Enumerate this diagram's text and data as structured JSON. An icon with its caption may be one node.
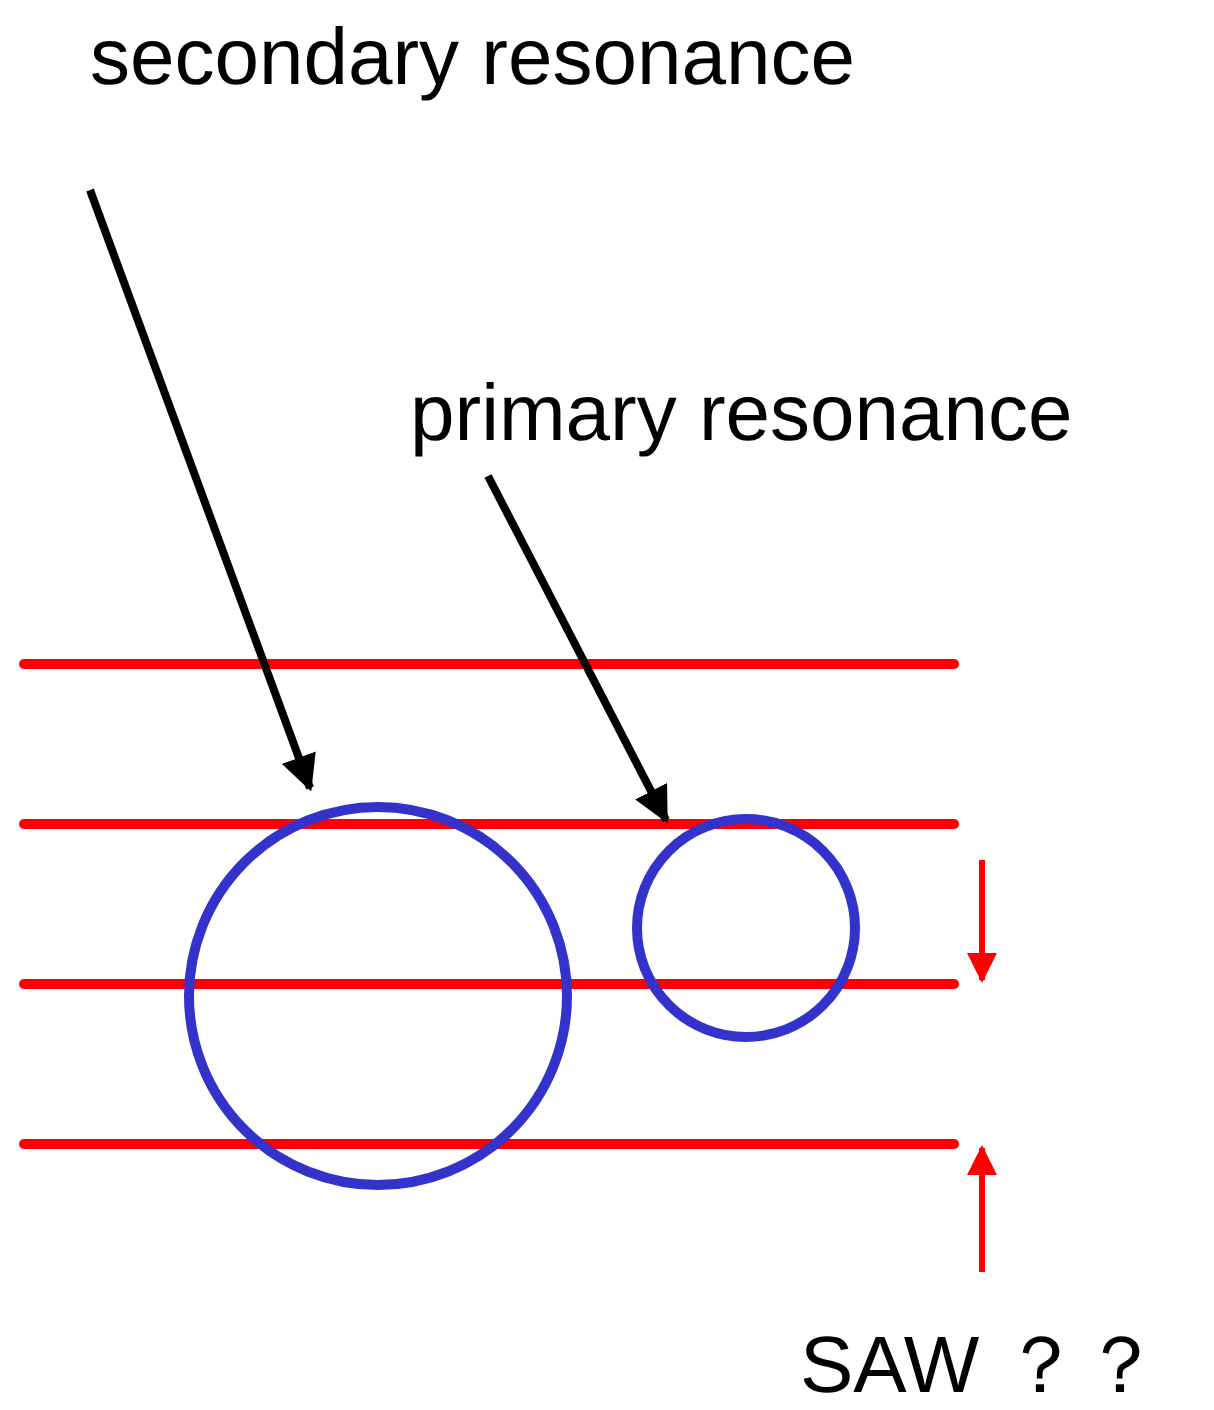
{
  "diagram": {
    "nodes": [
      {
        "text": [
          "secondary resonance"
        ]
      },
      {
        "text": [
          "primary resonance"
        ]
      },
      {
        "text": [],
        "shape": "circle"
      },
      {
        "text": [],
        "shape": "circle"
      }
    ],
    "edges": [
      {
        "from": 0,
        "to": 2,
        "arrow": "to"
      },
      {
        "from": 1,
        "to": 3,
        "arrow": "to"
      }
    ],
    "labels": [
      "SAW ？？"
    ]
  }
}
